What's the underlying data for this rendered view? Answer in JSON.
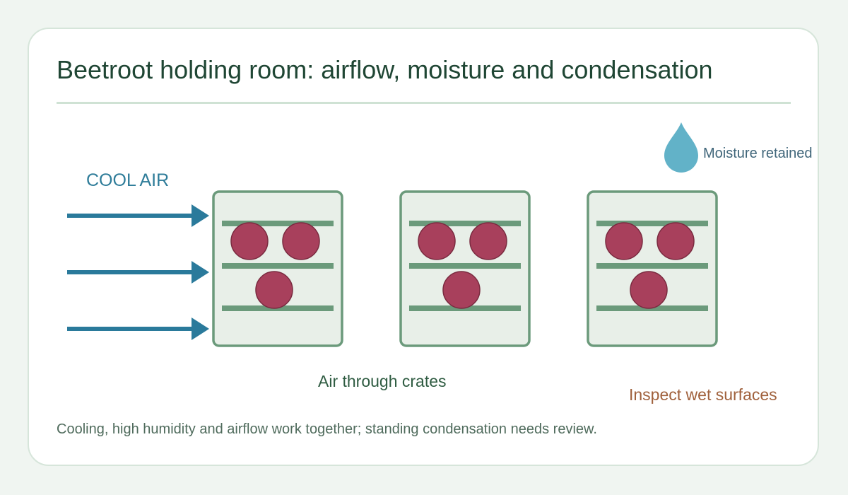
{
  "title": "Beetroot holding room: airflow, moisture and condensation",
  "labels": {
    "cool_air": "COOL AIR",
    "air_through_crates": "Air through crates",
    "moisture_retained": "Moisture retained",
    "inspect_wet_surfaces": "Inspect wet surfaces"
  },
  "footnote": "Cooling, high humidity and airflow work together; standing condensation needs review.",
  "colors": {
    "background": "#f0f5f1",
    "card": "#ffffff",
    "title": "#1f4634",
    "airflow_arrow": "#2a7a9b",
    "crate_border": "#6b9a7b",
    "crate_fill": "#e8efe8",
    "beetroot": "#a8405c",
    "beetroot_outline": "#7a2b40",
    "droplet": "#62b2c8",
    "inspect_text": "#a0613c"
  },
  "diagram": {
    "airflow_arrow_count": 3,
    "crate_count": 3,
    "beetroots_per_crate": 3,
    "icons": [
      "airflow-arrow-icon",
      "crate-icon",
      "beetroot-icon",
      "water-droplet-icon"
    ]
  }
}
